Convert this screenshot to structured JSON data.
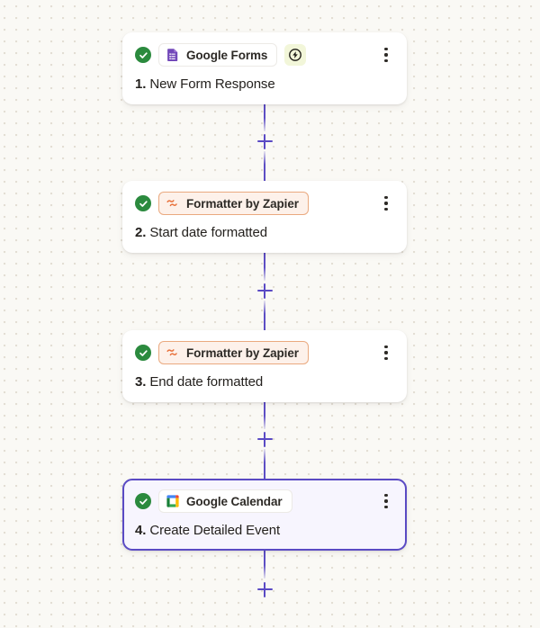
{
  "canvas": {
    "background_color": "#faf9f5",
    "dot_grid_color": "#bdb4a0",
    "connector_color": "#5a4ac4"
  },
  "steps": [
    {
      "id": "step-1",
      "status_icon": "check-circle-icon",
      "app_name": "Google Forms",
      "app_icon": "google-forms-icon",
      "badge_icon": "lightning-bolt-icon",
      "has_badge": true,
      "number": "1.",
      "title": "New Form Response",
      "selected": false,
      "menu_icon": "kebab-menu-icon"
    },
    {
      "id": "step-2",
      "status_icon": "check-circle-icon",
      "app_name": "Formatter by Zapier",
      "app_icon": "formatter-icon",
      "badge_icon": null,
      "has_badge": false,
      "number": "2.",
      "title": "Start date formatted",
      "selected": false,
      "menu_icon": "kebab-menu-icon"
    },
    {
      "id": "step-3",
      "status_icon": "check-circle-icon",
      "app_name": "Formatter by Zapier",
      "app_icon": "formatter-icon",
      "badge_icon": null,
      "has_badge": false,
      "number": "3.",
      "title": "End date formatted",
      "selected": false,
      "menu_icon": "kebab-menu-icon"
    },
    {
      "id": "step-4",
      "status_icon": "check-circle-icon",
      "app_name": "Google Calendar",
      "app_icon": "google-calendar-icon",
      "badge_icon": null,
      "has_badge": false,
      "number": "4.",
      "title": "Create Detailed Event",
      "selected": true,
      "menu_icon": "kebab-menu-icon"
    }
  ],
  "add_buttons": [
    {
      "id": "add-step-after-1",
      "icon": "plus-icon"
    },
    {
      "id": "add-step-after-2",
      "icon": "plus-icon"
    },
    {
      "id": "add-step-after-3",
      "icon": "plus-icon"
    },
    {
      "id": "add-step-after-4",
      "icon": "plus-icon"
    }
  ]
}
